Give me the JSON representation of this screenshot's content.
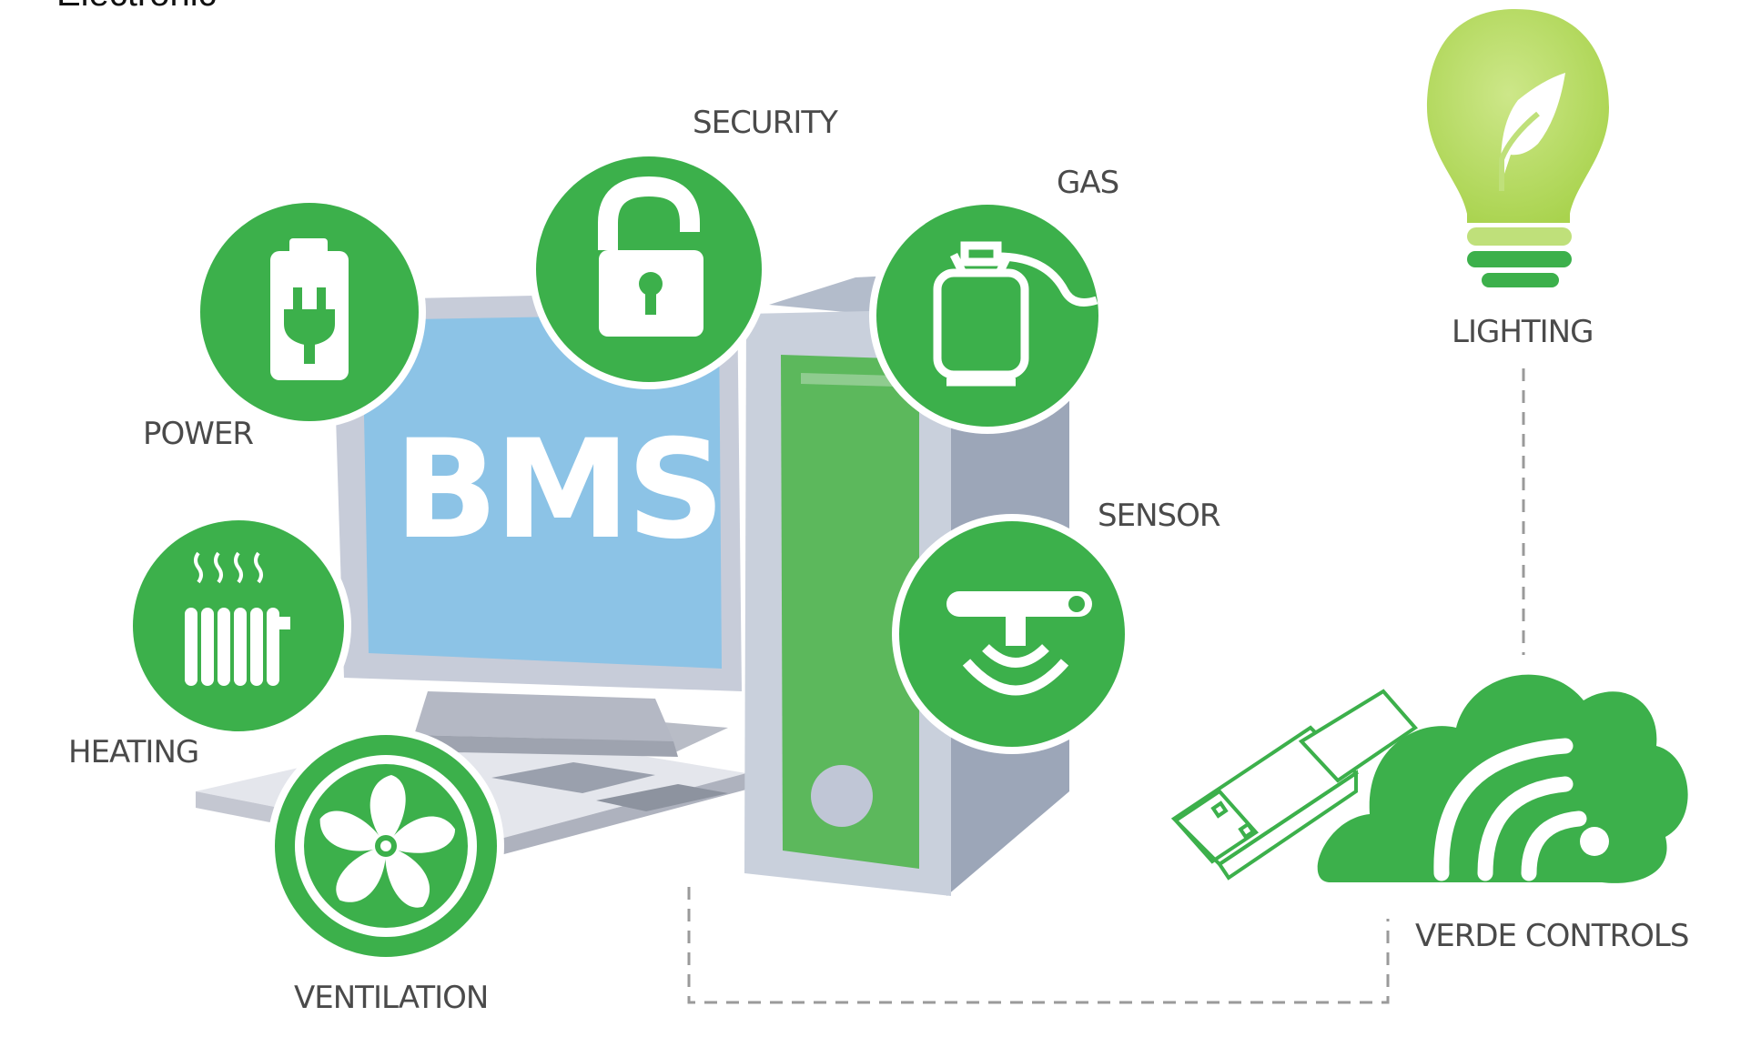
{
  "header": {
    "cropped_text": "Electronic"
  },
  "center": {
    "monitor_label": "BMS"
  },
  "systems": [
    {
      "label": "POWER",
      "icon": "battery-plug-icon"
    },
    {
      "label": "SECURITY",
      "icon": "padlock-icon"
    },
    {
      "label": "GAS",
      "icon": "gas-cylinder-icon"
    },
    {
      "label": "SENSOR",
      "icon": "motion-sensor-icon"
    },
    {
      "label": "HEATING",
      "icon": "radiator-icon"
    },
    {
      "label": "VENTILATION",
      "icon": "fan-icon"
    },
    {
      "label": "LIGHTING",
      "icon": "leaf-bulb-icon"
    },
    {
      "label": "VERDE CONTROLS",
      "icon": "cloud-wifi-usb-icon"
    }
  ],
  "colors": {
    "green": "#3cb04b",
    "light_green": "#bfe07a",
    "screen_blue": "#8cc3e6",
    "computer_grey": "#c7ccd9",
    "label_grey": "#4a4a4a"
  }
}
